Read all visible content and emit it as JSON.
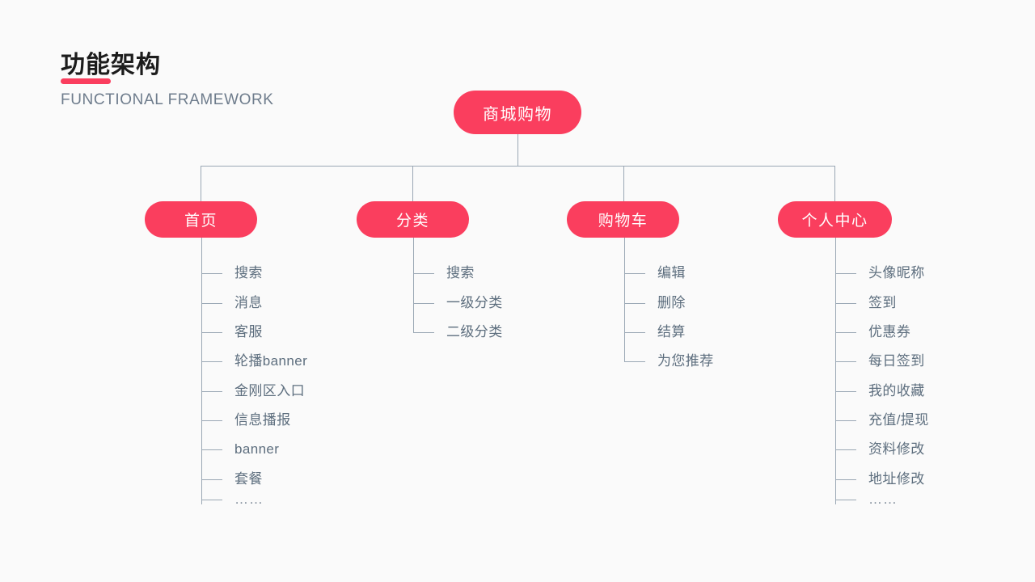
{
  "page": {
    "background_color": "#fafafa",
    "accent_color": "#fa3e5e",
    "line_color": "#9aa7b4",
    "leaf_text_color": "#5d6e7e"
  },
  "header": {
    "title": "功能架构",
    "subtitle": "FUNCTIONAL FRAMEWORK"
  },
  "diagram": {
    "root": {
      "label": "商城购物"
    },
    "branches": [
      {
        "label": "首页",
        "leaves": [
          "搜索",
          "消息",
          "客服",
          "轮播banner",
          "金刚区入口",
          "信息播报",
          "banner",
          "套餐",
          "……"
        ]
      },
      {
        "label": "分类",
        "leaves": [
          "搜索",
          "一级分类",
          "二级分类"
        ]
      },
      {
        "label": "购物车",
        "leaves": [
          "编辑",
          "删除",
          "结算",
          "为您推荐"
        ]
      },
      {
        "label": "个人中心",
        "leaves": [
          "头像昵称",
          "签到",
          "优惠券",
          "每日签到",
          "我的收藏",
          "充值/提现",
          "资料修改",
          "地址修改",
          "……"
        ]
      }
    ]
  }
}
